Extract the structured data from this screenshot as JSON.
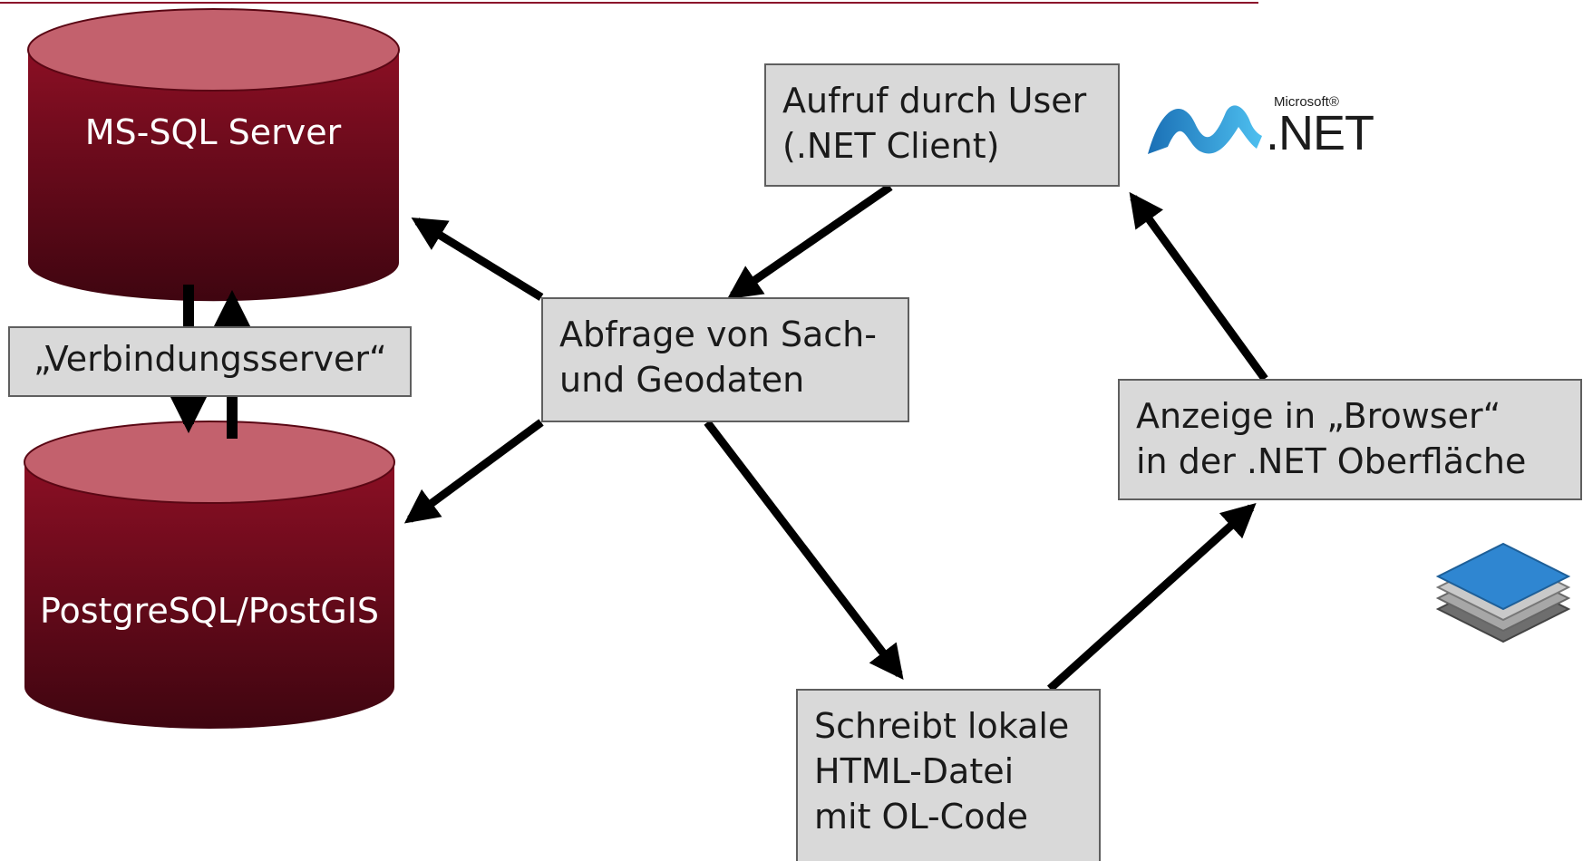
{
  "colors": {
    "accent_line": "#8b0f2a",
    "cylinder_top": "#c3616d",
    "cylinder_body_top": "#8b0f24",
    "cylinder_body_bottom": "#3f0510",
    "box_fill": "#d9d9d9",
    "box_border": "#5f5f5f",
    "arrow": "#000000"
  },
  "databases": {
    "mssql": {
      "label": "MS-SQL Server"
    },
    "postgres": {
      "label": "PostgreSQL/PostGIS"
    }
  },
  "boxes": {
    "verbindung": {
      "label": "„Verbindungsserver“"
    },
    "abfrage": {
      "line1": "Abfrage von Sach-",
      "line2": "und Geodaten"
    },
    "aufruf": {
      "line1": "Aufruf durch User",
      "line2": "(.NET Client)"
    },
    "anzeige": {
      "line1": "Anzeige in „Browser“",
      "line2": "in der .NET Oberfläche"
    },
    "schreibt": {
      "line1": "Schreibt lokale",
      "line2": "HTML-Datei",
      "line3": "mit OL-Code"
    }
  },
  "logos": {
    "dotnet": {
      "brand": "Microsoft®",
      "text": ".NET",
      "icon": "dotnet-wave-icon"
    },
    "layers": {
      "icon": "layer-stack-icon"
    }
  }
}
